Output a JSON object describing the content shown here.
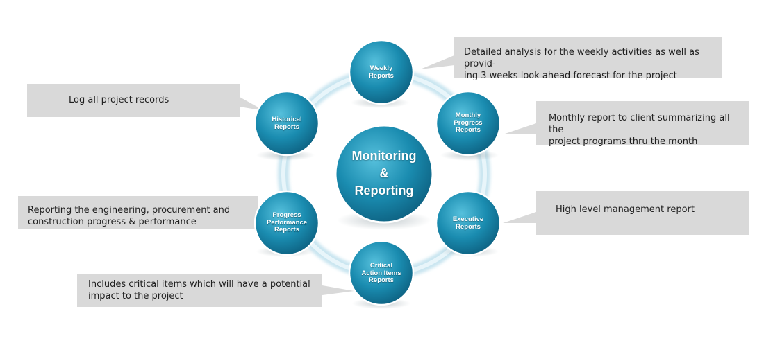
{
  "hub": {
    "lines": [
      "Monitoring",
      "&",
      "Reporting"
    ]
  },
  "nodes": [
    {
      "id": "weekly",
      "lines": [
        "Weekly",
        "Reports"
      ]
    },
    {
      "id": "monthly",
      "lines": [
        "Monthly",
        "Progress",
        "Reports"
      ]
    },
    {
      "id": "executive",
      "lines": [
        "Executive",
        "Reports"
      ]
    },
    {
      "id": "critical",
      "lines": [
        "Critical",
        "Action Items",
        "Reports"
      ]
    },
    {
      "id": "progress",
      "lines": [
        "Progress",
        "Performance",
        "Reports"
      ]
    },
    {
      "id": "historical",
      "lines": [
        "Historical",
        "Reports"
      ]
    }
  ],
  "callouts": {
    "weekly": [
      "Detailed analysis for the weekly activities as well as provid-",
      "ing 3 weeks look ahead forecast for the project"
    ],
    "monthly": [
      "Monthly report to client summarizing all the",
      "project programs thru the month"
    ],
    "executive": [
      "High level management report"
    ],
    "critical": [
      "Includes critical items which will have a potential",
      "impact to the project"
    ],
    "progress": [
      "Reporting the engineering, procurement and",
      "construction progress & performance"
    ],
    "historical": [
      "Log all project records"
    ]
  },
  "colors": {
    "circle_light": "#4fb6d3",
    "circle_mid": "#1a8cb0",
    "circle_dark": "#0d5f7f",
    "ring": "#cde8f3",
    "callout_fill": "#d9d9d9",
    "callout_text": "#1f1f1f"
  }
}
